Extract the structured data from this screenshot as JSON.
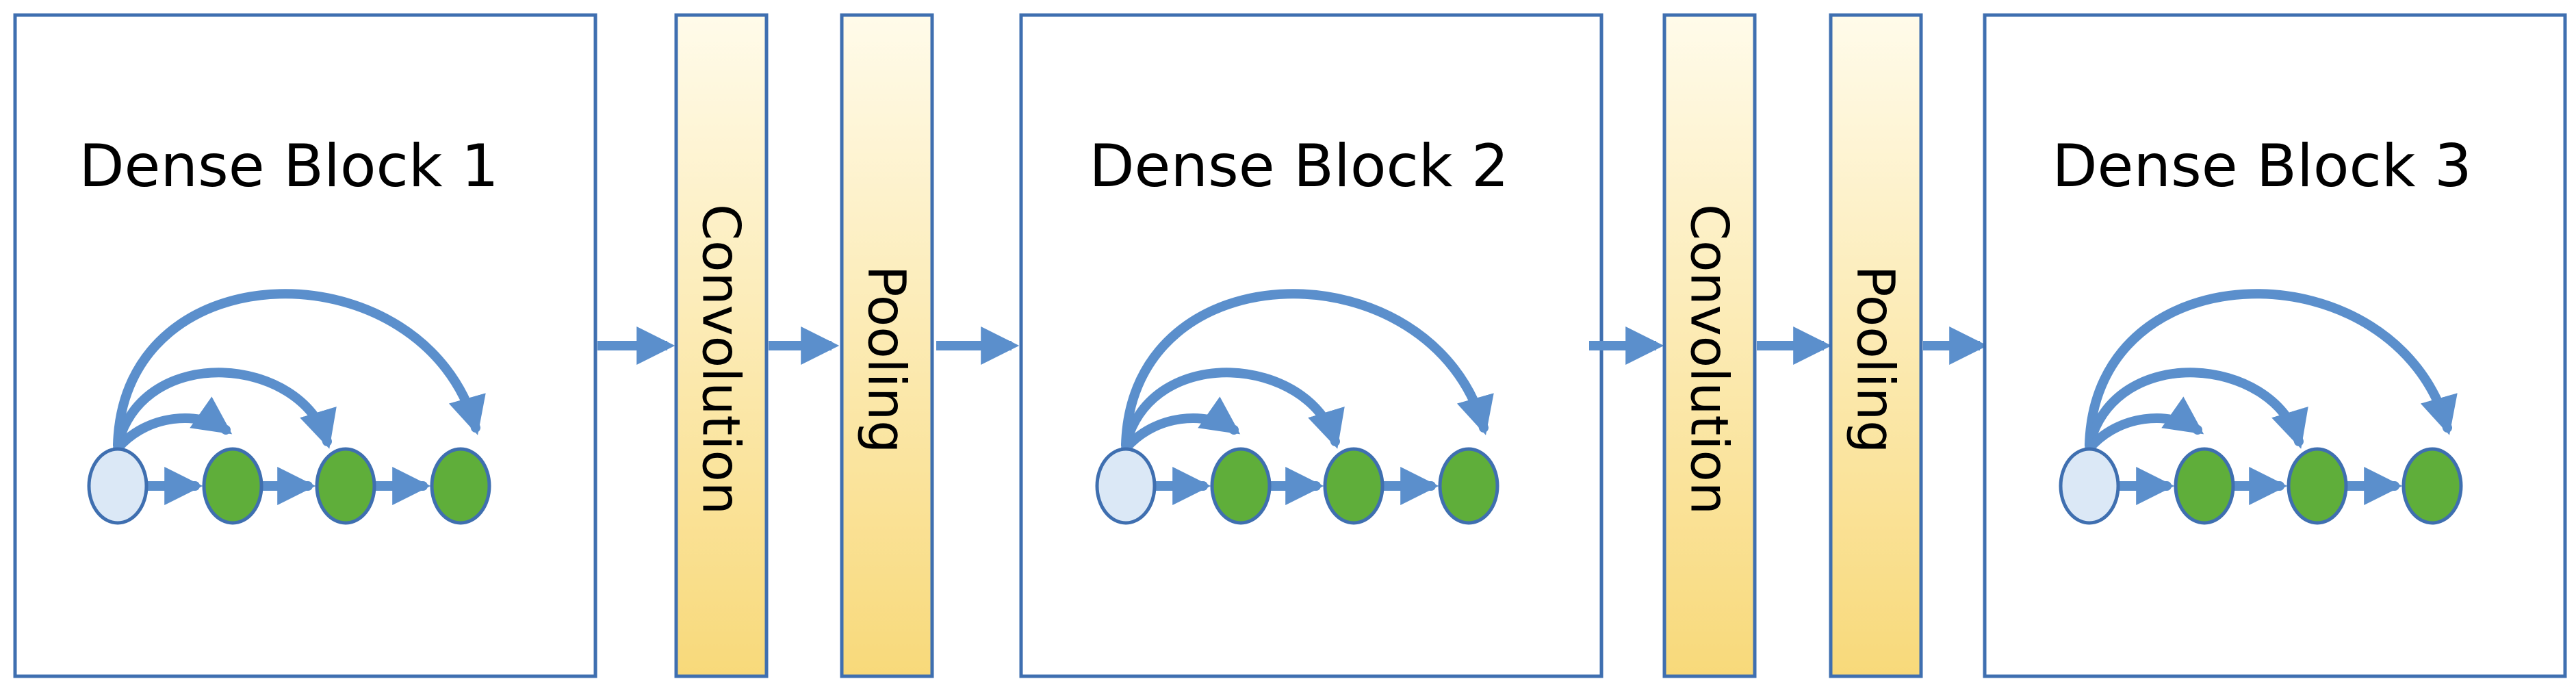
{
  "blocks": [
    {
      "title": "Dense Block 1"
    },
    {
      "title": "Dense Block 2"
    },
    {
      "title": "Dense Block 3"
    }
  ],
  "layers": [
    {
      "label": "Convolution"
    },
    {
      "label": "Pooling"
    },
    {
      "label": "Convolution"
    },
    {
      "label": "Pooling"
    }
  ],
  "colors": {
    "stroke": "#3f6fb0",
    "arrow": "#5b8fcc",
    "input_node_fill": "#dbe8f6",
    "output_node_fill": "#5fae3a",
    "layer_fill_top": "#fffbea",
    "layer_fill_bottom": "#f8d97a"
  }
}
